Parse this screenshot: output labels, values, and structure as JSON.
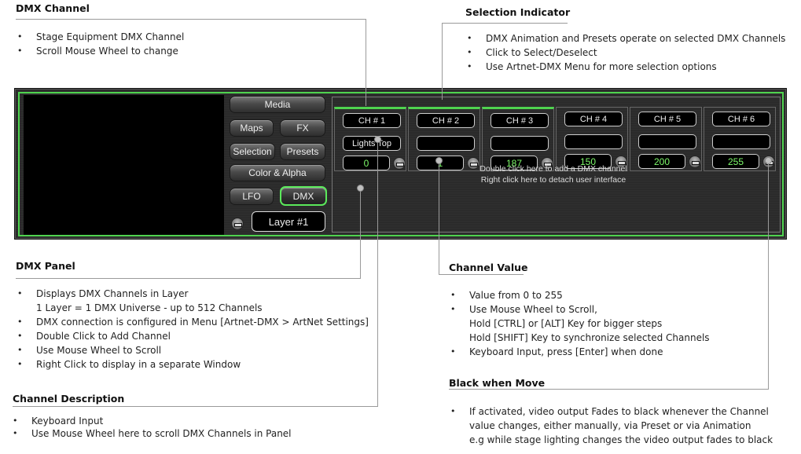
{
  "sections": {
    "dmx_channel": {
      "title": "DMX Channel",
      "items": [
        "Stage Equipment DMX Channel",
        "Scroll Mouse Wheel to change"
      ]
    },
    "selection_indicator": {
      "title": "Selection Indicator",
      "items": [
        "DMX Animation and Presets operate on selected DMX Channels",
        "Click to Select/Deselect",
        "Use Artnet-DMX Menu for more selection options"
      ]
    },
    "dmx_panel": {
      "title": "DMX Panel",
      "item1_line1": "Displays DMX Channels in Layer",
      "item1_line2": "1 Layer = 1 DMX Universe - up to 512 Channels",
      "items": [
        "DMX connection is configured in Menu [Artnet-DMX > ArtNet Settings]",
        "Double Click to Add Channel",
        "Use Mouse Wheel to Scroll",
        "Right Click to display in a separate Window"
      ]
    },
    "channel_description": {
      "title": "Channel Description",
      "items": [
        "Keyboard Input",
        "Use Mouse Wheel here to scroll DMX Channels in Panel"
      ]
    },
    "channel_value": {
      "title": "Channel Value",
      "item1": "Value from 0 to 255",
      "item2_line1": "Use Mouse Wheel to Scroll,",
      "item2_line2": "Hold [CTRL] or [ALT] Key for bigger steps",
      "item2_line3": "Hold [SHIFT] Key to synchronize selected Channels",
      "item3": "Keyboard Input, press [Enter] when done"
    },
    "black_when_move": {
      "title": "Black when Move",
      "line1": "If activated, video output Fades to black whenever the Channel",
      "line2": "value changes, either manually, via Preset or via Animation",
      "line3": "e.g while stage lighting changes the video output fades to black"
    }
  },
  "panel": {
    "buttons": {
      "media": "Media",
      "maps": "Maps",
      "fx": "FX",
      "selection": "Selection",
      "presets": "Presets",
      "color_alpha": "Color & Alpha",
      "lfo": "LFO",
      "dmx": "DMX"
    },
    "layer": "Layer #1",
    "hint_line1": "Double click here to add a DMX channel",
    "hint_line2": "Right click here to detach user interface",
    "channels": [
      {
        "label": "CH # 1",
        "desc": "Lights Top",
        "value": "0"
      },
      {
        "label": "CH # 2",
        "desc": "",
        "value": "1"
      },
      {
        "label": "CH # 3",
        "desc": "",
        "value": "187"
      },
      {
        "label": "CH # 4",
        "desc": "",
        "value": "150"
      },
      {
        "label": "CH # 5",
        "desc": "",
        "value": "200"
      },
      {
        "label": "CH # 6",
        "desc": "",
        "value": "255"
      }
    ]
  },
  "colors": {
    "selection_green": "#4fd34f",
    "value_green": "#7dfa6a"
  }
}
